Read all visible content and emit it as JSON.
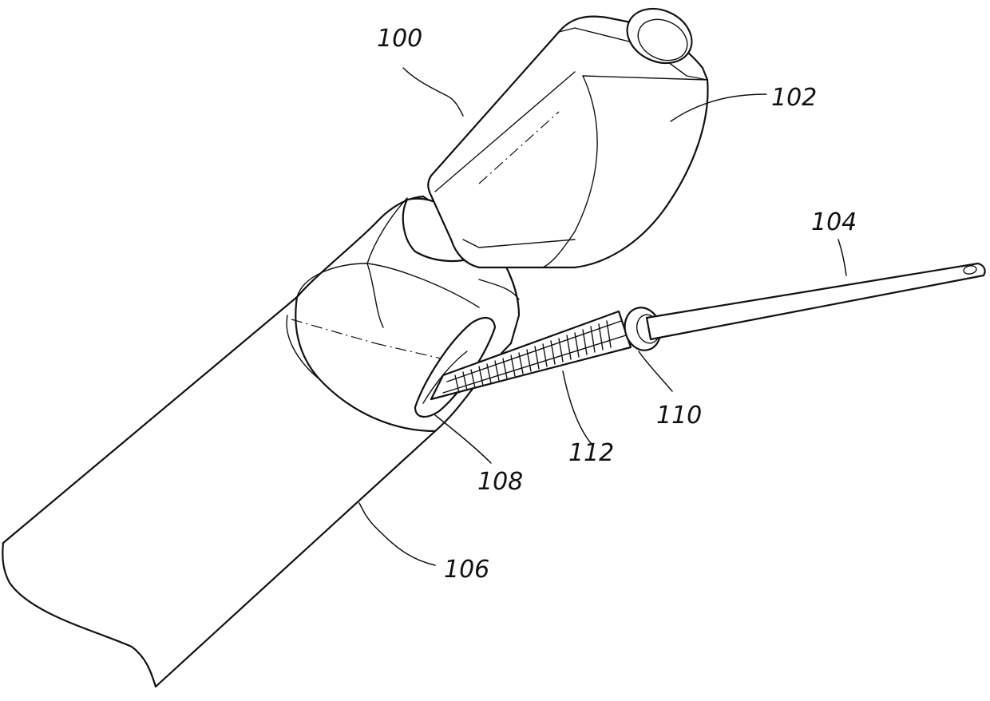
{
  "labels": {
    "device": "100",
    "housing": "102",
    "needle": "104",
    "tube": "106",
    "port": "108",
    "ring": "110",
    "spring": "112"
  }
}
